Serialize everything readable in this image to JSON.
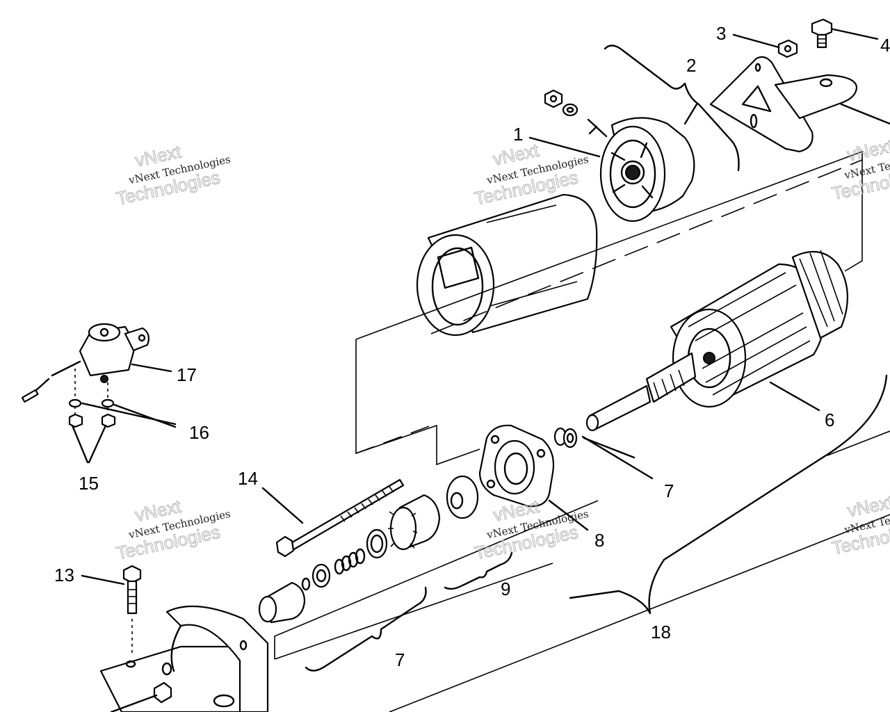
{
  "diagram": {
    "callouts": [
      {
        "id": "c1",
        "label": "1"
      },
      {
        "id": "c2",
        "label": "2"
      },
      {
        "id": "c3",
        "label": "3"
      },
      {
        "id": "c4",
        "label": "4"
      },
      {
        "id": "c6",
        "label": "6"
      },
      {
        "id": "c7a",
        "label": "7"
      },
      {
        "id": "c7b",
        "label": "7"
      },
      {
        "id": "c8",
        "label": "8"
      },
      {
        "id": "c9",
        "label": "9"
      },
      {
        "id": "c13",
        "label": "13"
      },
      {
        "id": "c14",
        "label": "14"
      },
      {
        "id": "c15",
        "label": "15"
      },
      {
        "id": "c16",
        "label": "16"
      },
      {
        "id": "c17",
        "label": "17"
      },
      {
        "id": "c18",
        "label": "18"
      }
    ]
  },
  "watermark": {
    "line1": "vNext Technologies",
    "line2a": "vNext",
    "line2b": "Technologies"
  }
}
